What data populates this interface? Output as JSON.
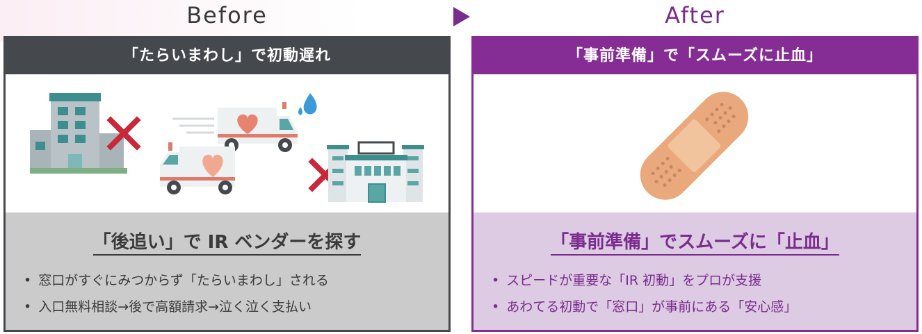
{
  "headers": {
    "before": "Before",
    "after": "After"
  },
  "before": {
    "title": "「たらいまわし」で初動遅れ",
    "subtitle": "「後追い」で IR ベンダーを探す",
    "bullets": [
      "窓口がすぐにみつからず「たらいまわし」される",
      "入口無料相談→後で高額請求→泣く泣く支払い"
    ]
  },
  "after": {
    "title": "「事前準備」で「スムーズに止血」",
    "subtitle": "「事前準備」でスムーズに「止血」",
    "bullets": [
      "スピードが重要な「IR 初動」をプロが支援",
      "あわてる初動で「窓口」が事前にある「安心感」"
    ]
  },
  "bullet_symbol": "•",
  "icons": {
    "before": [
      "building-icon",
      "cross-mark-icon",
      "ambulance-icon",
      "ambulance-icon",
      "sweat-drop-icon",
      "cross-mark-icon",
      "hospital-icon"
    ],
    "after": [
      "bandage-icon"
    ]
  },
  "colors": {
    "before_dark": "#45484c",
    "before_light": "#cbcbcb",
    "after_purple": "#852d94",
    "after_light": "#dccbe2",
    "cross": "#c8283a",
    "teal": "#3d8f8f"
  }
}
